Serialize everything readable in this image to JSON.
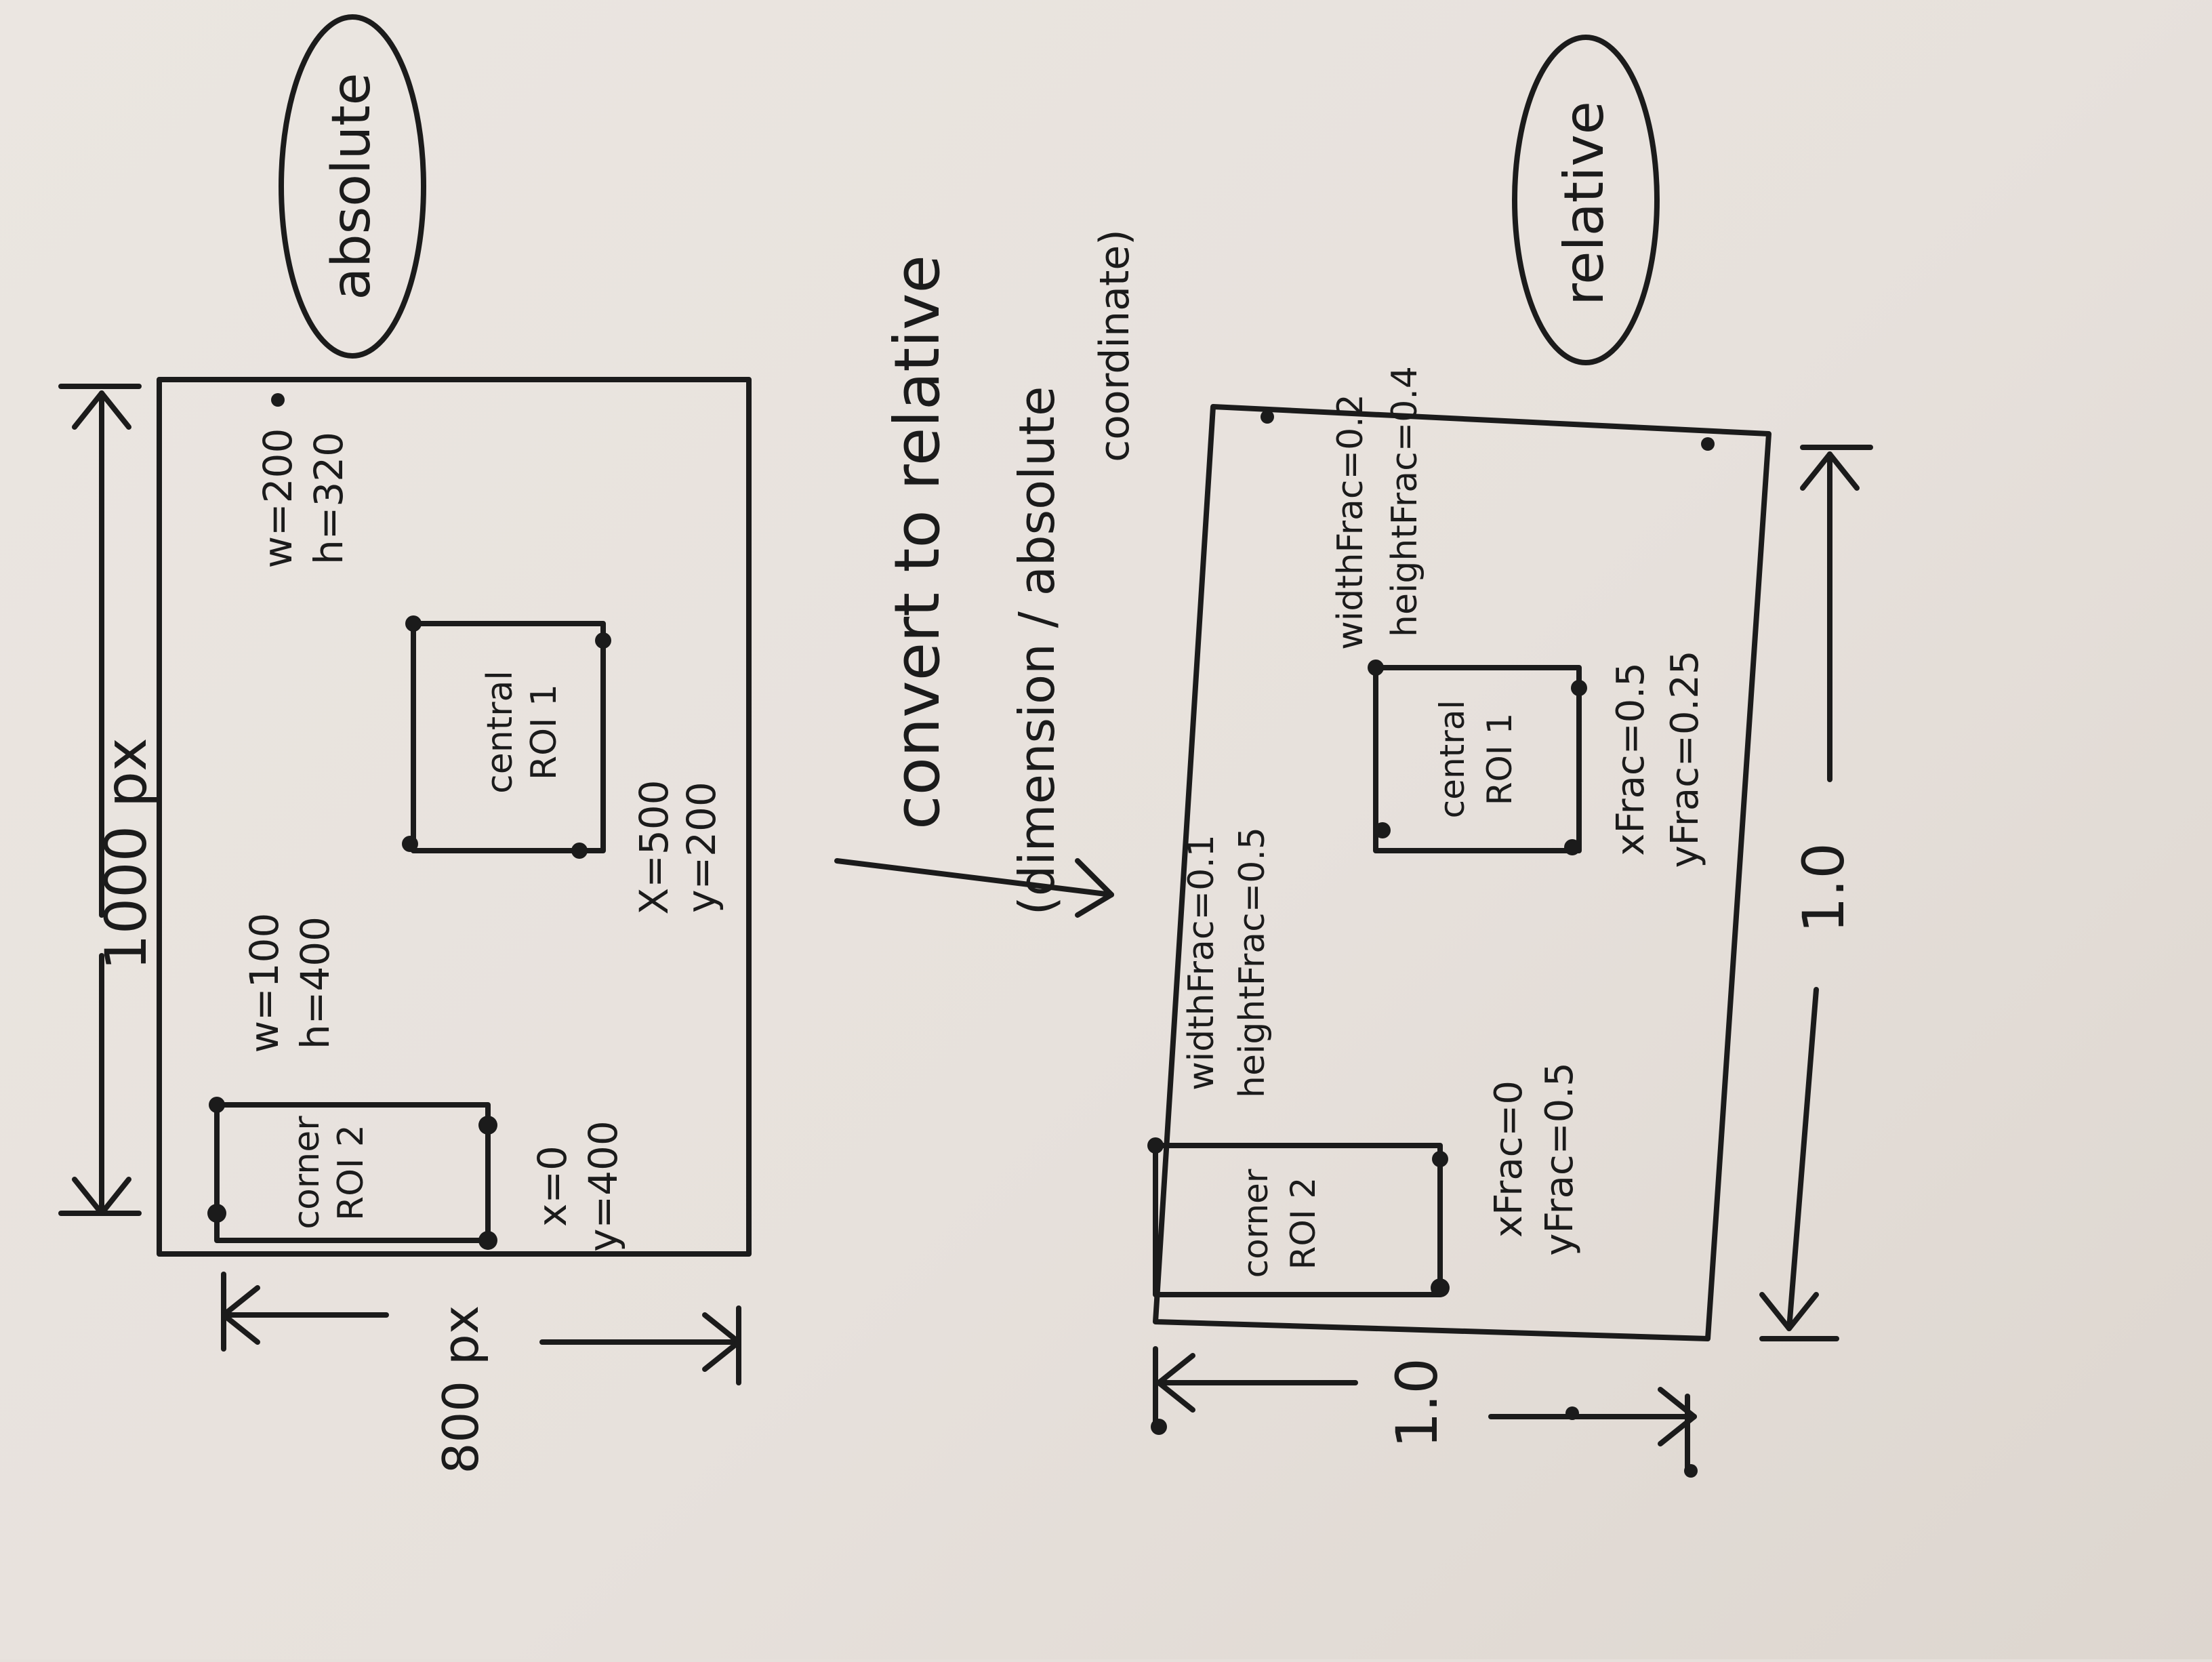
{
  "colors": {
    "paper": "#e7e1dc",
    "ink": "#1b1b1b"
  },
  "absolute": {
    "label": "absolute",
    "width_label": "1000 px",
    "height_label": "800 px",
    "roi1": {
      "name_line1": "central",
      "name_line2": "ROI 1",
      "w": "w=200",
      "h": "h=320",
      "x": "X=500",
      "y": "y=200"
    },
    "roi2": {
      "name_line1": "corner",
      "name_line2": "ROI 2",
      "w": "w=100",
      "h": "h=400",
      "x": "x=0",
      "y": "y=400"
    }
  },
  "arrow": {
    "line1": "convert to relative",
    "line2": "(dimension / absolute",
    "line3": "coordinate)"
  },
  "relative": {
    "label": "relative",
    "width_label": "1.0",
    "height_label": "1.0",
    "roi1": {
      "name_line1": "central",
      "name_line2": "ROI 1",
      "w": "widthFrac=0.2",
      "h": "heightFrac=0.4",
      "x": "xFrac=0.5",
      "y": "yFrac=0.25"
    },
    "roi2": {
      "name_line1": "corner",
      "name_line2": "ROI 2",
      "w": "widthFrac=0.1",
      "h": "heightFrac=0.5",
      "x": "xFrac=0",
      "y": "yFrac=0.5"
    }
  }
}
